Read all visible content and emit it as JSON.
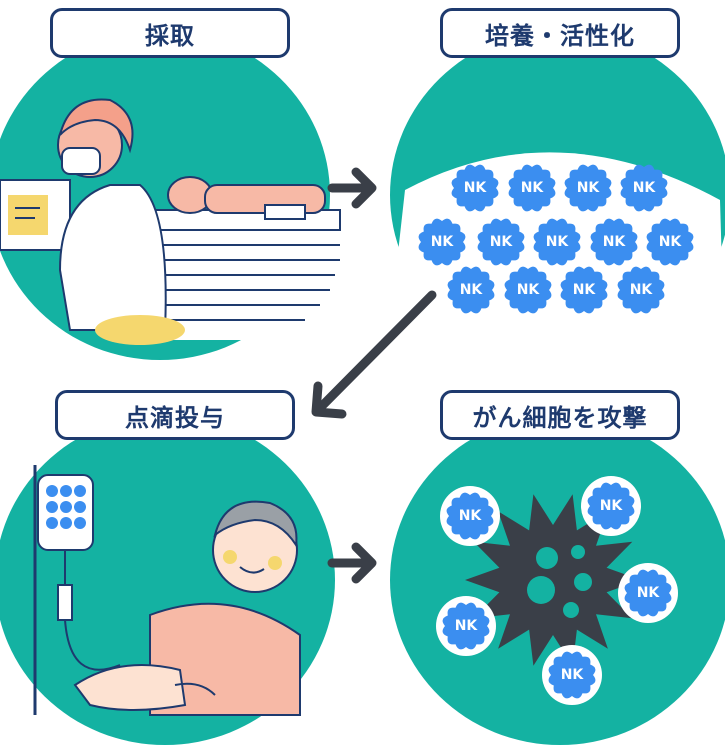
{
  "steps": [
    {
      "label": "採取"
    },
    {
      "label": "培養・活性化"
    },
    {
      "label": "点滴投与"
    },
    {
      "label": "がん細胞を攻撃"
    }
  ],
  "nk_label": "NK",
  "colors": {
    "teal": "#14b2a2",
    "navy": "#1e3a6e",
    "nk_blue": "#3b8ef0",
    "cancer": "#3a3f48"
  }
}
